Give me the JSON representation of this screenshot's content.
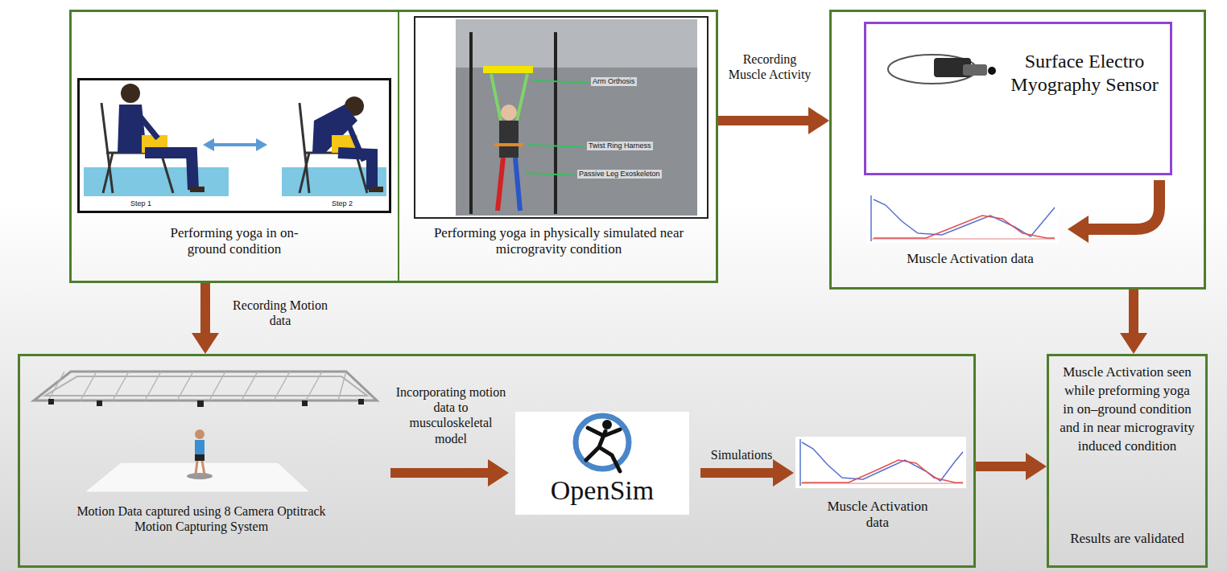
{
  "diagram": {
    "nodes": [
      {
        "text": []
      },
      {
        "text": [
          "Performing yoga in on-ground condition"
        ],
        "in": 0
      },
      {
        "text": [
          "Step 1",
          "Step 2"
        ],
        "in": 1
      },
      {
        "text": [
          "Performing yoga in physically simulated near microgravity condition"
        ],
        "in": 0
      },
      {
        "text": [
          "Arm Orthosis",
          "Twist Ring Harness",
          "Passive Leg Exoskeleton"
        ],
        "in": 3
      },
      {
        "text": [
          "Muscle Activation data"
        ]
      },
      {
        "text": [
          "Surface Electro Myography Sensor"
        ],
        "in": 5
      },
      {
        "text": [
          "Motion Data captured using 8 Camera Optitrack Motion Capturing System",
          "Muscle Activation data"
        ]
      },
      {
        "text": [
          "OpenSim"
        ],
        "in": 7
      },
      {
        "text": [
          "Muscle Activation seen while preforming yoga in on–ground condition and in near microgravity induced condition",
          "Results are validated"
        ]
      }
    ],
    "edges": [
      {
        "from": 0,
        "to": 5,
        "label": "Recording Muscle Activity",
        "arrow": "to"
      },
      {
        "from": 0,
        "to": 7,
        "label": "Recording Motion data",
        "arrow": "to"
      },
      {
        "from": 5,
        "to": 9,
        "arrow": "to"
      },
      {
        "from": 7,
        "to": 9,
        "arrow": "to"
      }
    ],
    "labels": [
      "Incorporating motion data to musculoskeletal model",
      "Simulations"
    ]
  }
}
